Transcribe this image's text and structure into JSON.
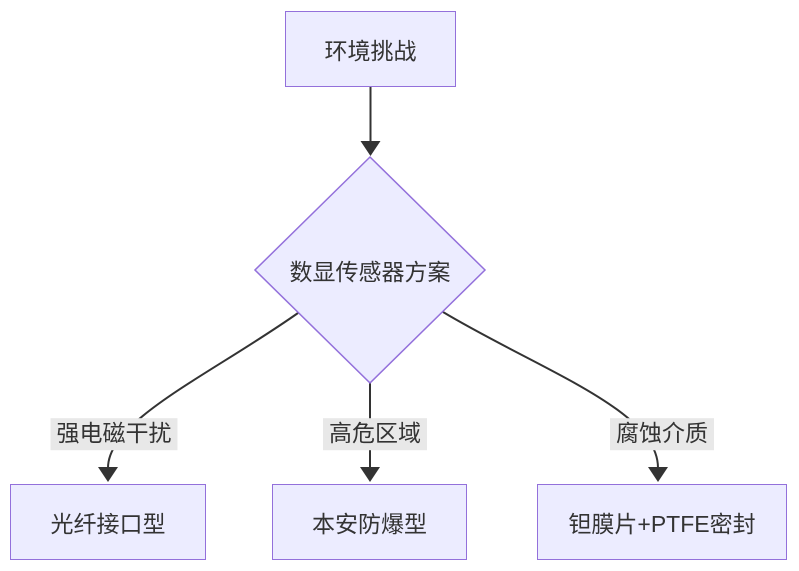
{
  "diagram": {
    "type": "flowchart-top-down",
    "root_node": {
      "label": "环境挑战"
    },
    "decision_node": {
      "label": "数显传感器方案"
    },
    "branches": [
      {
        "condition": "强电磁干扰",
        "result": "光纤接口型"
      },
      {
        "condition": "高危区域",
        "result": "本安防爆型"
      },
      {
        "condition": "腐蚀介质",
        "result": "钽膜片+PTFE密封"
      }
    ],
    "colors": {
      "node_fill": "#ECECFF",
      "node_border": "#9370DB",
      "edge_line": "#333333",
      "edge_label_bg": "#e8e8e8",
      "text": "#333333"
    }
  }
}
